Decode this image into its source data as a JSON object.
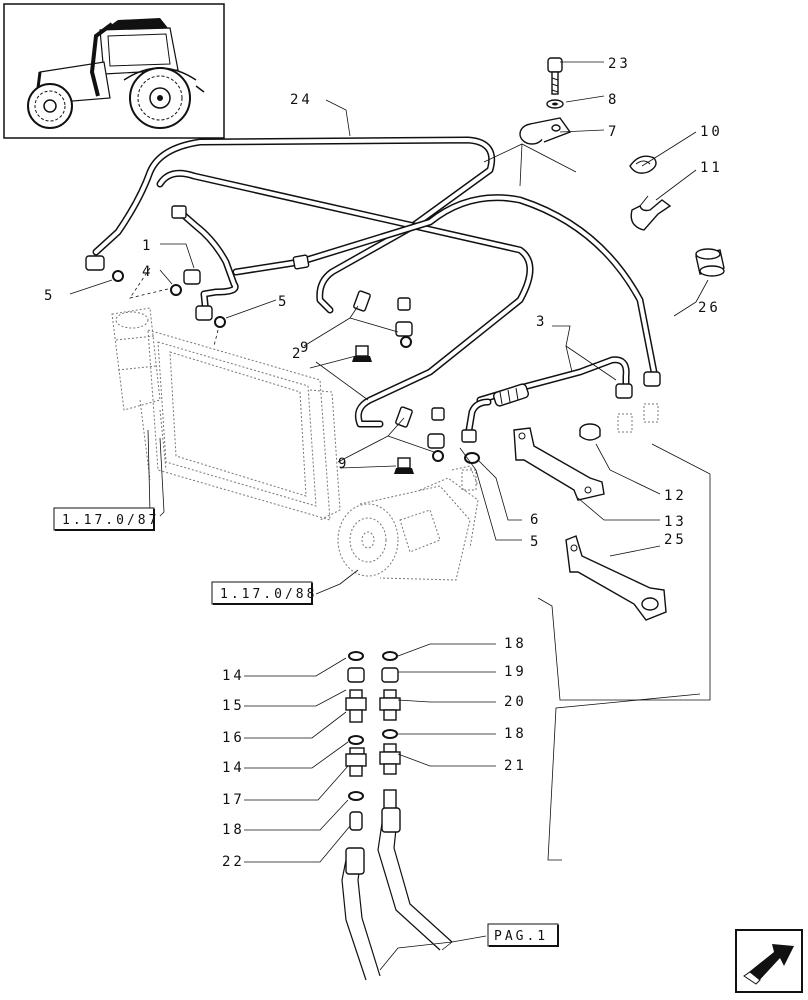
{
  "diagram": {
    "callouts": {
      "c1": "1",
      "c2": "2",
      "c3": "3",
      "c4": "4",
      "c5a": "5",
      "c5b": "5",
      "c5c": "5",
      "c6": "6",
      "c7": "7",
      "c8": "8",
      "c9a": "9",
      "c9b": "9",
      "c10": "10",
      "c11": "11",
      "c12": "12",
      "c13": "13",
      "c14a": "14",
      "c14b": "14",
      "c15": "15",
      "c16": "16",
      "c17": "17",
      "c18a": "18",
      "c18b": "18",
      "c18c": "18",
      "c19": "19",
      "c20": "20",
      "c21": "21",
      "c22": "22",
      "c23": "23",
      "c24": "24",
      "c25": "25",
      "c26": "26"
    },
    "references": {
      "ref_87": "1.17.0/87",
      "ref_88": "1.17.0/88",
      "page_ref": "PAG.1"
    },
    "icons": {
      "thumbnail": "tractor-thumbnail",
      "nav": "next-page-arrow-icon"
    }
  }
}
